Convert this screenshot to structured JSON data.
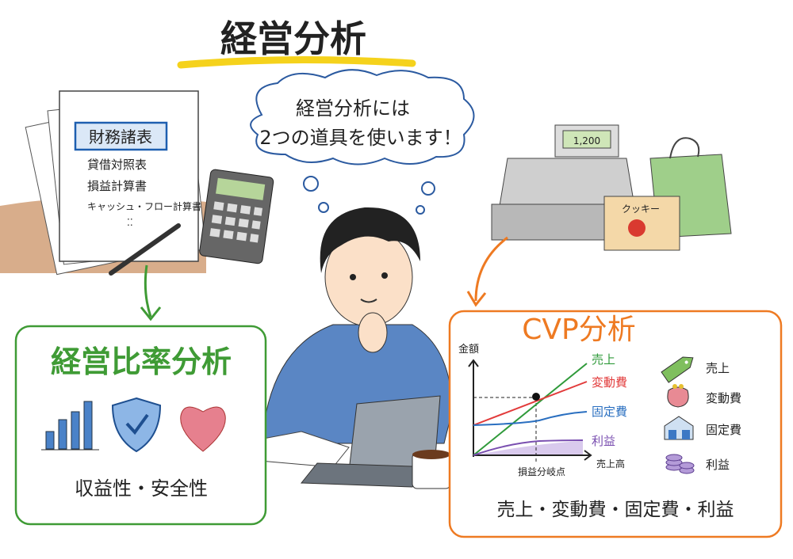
{
  "title": "経営分析",
  "speech_bubble": {
    "line1": "経営分析には",
    "line2": "2つの道具を使います！"
  },
  "documents": {
    "header": "財務諸表",
    "items": [
      "貸借対照表",
      "損益計算書",
      "キャッシュ・フロー計算書",
      "⁚⁚"
    ]
  },
  "register": {
    "display": "1,200"
  },
  "cookie_box": {
    "label": "クッキー"
  },
  "ratio_analysis": {
    "title": "経営比率分析",
    "caption": "収益性・安全性",
    "icons": [
      "bar-chart-icon",
      "shield-check-icon",
      "heart-icon"
    ],
    "color": "#3f9b35"
  },
  "cvp_analysis": {
    "title": "CVP分析",
    "color": "#ee7a22",
    "chart": {
      "y_label": "金額",
      "x_label": "売上高",
      "break_even_label": "損益分岐点",
      "lines": [
        {
          "label": "売上",
          "color": "#2f9a3a"
        },
        {
          "label": "変動費",
          "color": "#e23b3b"
        },
        {
          "label": "固定費",
          "color": "#2a6fc0"
        },
        {
          "label": "利益",
          "color": "#7a4fb0"
        }
      ]
    },
    "legend": [
      {
        "icon": "price-tag-icon",
        "label": "売上"
      },
      {
        "icon": "coin-purse-icon",
        "label": "変動費"
      },
      {
        "icon": "building-icon",
        "label": "固定費"
      },
      {
        "icon": "coin-stack-icon",
        "label": "利益"
      }
    ],
    "caption": "売上・変動費・固定費・利益"
  }
}
